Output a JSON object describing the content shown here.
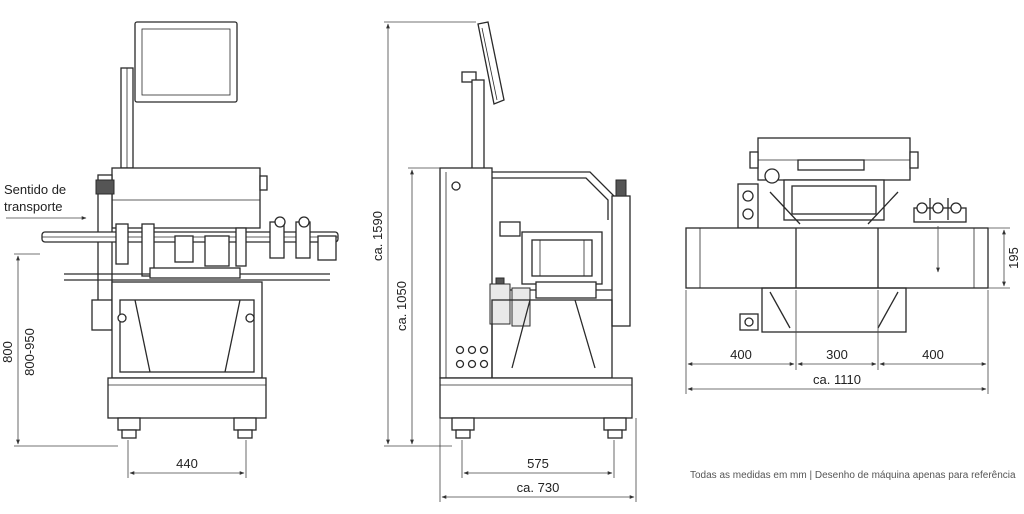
{
  "front_view": {
    "direction_label": [
      "Sentido de",
      "transporte"
    ],
    "width_dim": "440",
    "height_dim_a": "800",
    "height_dim_b": "800-950"
  },
  "side_view": {
    "total_height_dim": "ca. 1590",
    "belt_height_dim": "ca. 1050",
    "base_width_dim": "575",
    "total_width_dim": "ca. 730"
  },
  "top_view": {
    "belt_width_dim": "195",
    "infeed_dim": "400",
    "scale_dim": "300",
    "outfeed_dim": "400",
    "total_length_dim": "ca. 1110"
  },
  "footnote": "Todas as medidas em mm | Desenho de máquina apenas para referência"
}
